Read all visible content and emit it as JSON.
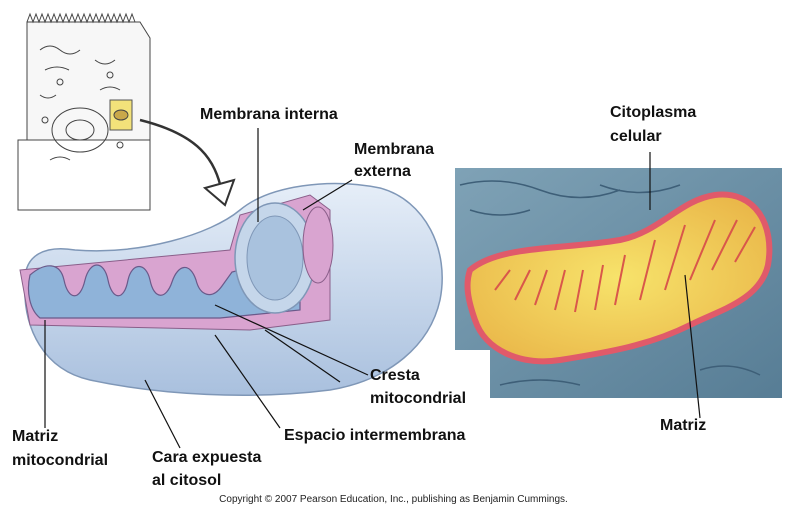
{
  "labels": {
    "membrana_interna": "Membrana interna",
    "membrana_externa_1": "Membrana",
    "membrana_externa_2": "externa",
    "citoplasma_1": "Citoplasma",
    "citoplasma_2": "celular",
    "cresta_1": "Cresta",
    "cresta_2": "mitocondrial",
    "espacio": "Espacio intermembrana",
    "matriz_1": "Matriz",
    "matriz_2": "mitocondrial",
    "cara_1": "Cara expuesta",
    "cara_2": "al citosol",
    "matriz_micro": "Matriz"
  },
  "copyright": "Copyright © 2007 Pearson Education, Inc., publishing as Benjamin Cummings.",
  "colors": {
    "outer_membrane": "#c7d7ec",
    "intermembrane": "#d9a4d0",
    "matrix": "#8fb3d9",
    "micrograph_bg": "#6a8fa6",
    "micro_mito": "#f1d75a",
    "micro_edge": "#e05a6a"
  }
}
